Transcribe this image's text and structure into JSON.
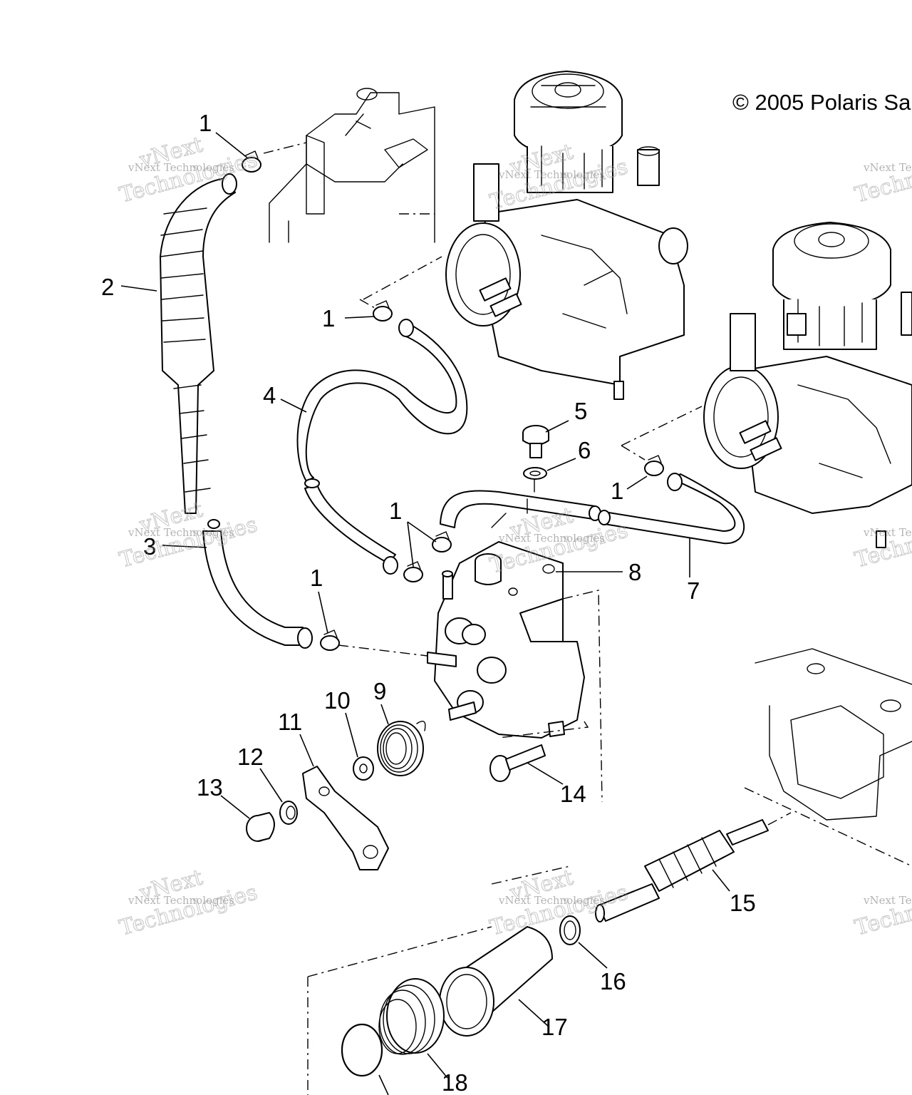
{
  "copyright": "© 2005 Polaris Sal",
  "watermark": {
    "line1": "vNext Technologies",
    "line2": "Technologies",
    "big": "vNext"
  },
  "callouts": [
    {
      "id": "c1a",
      "label": "1"
    },
    {
      "id": "c2",
      "label": "2"
    },
    {
      "id": "c3",
      "label": "3"
    },
    {
      "id": "c1b",
      "label": "1"
    },
    {
      "id": "c4",
      "label": "4"
    },
    {
      "id": "c5",
      "label": "5"
    },
    {
      "id": "c6",
      "label": "6"
    },
    {
      "id": "c1c",
      "label": "1"
    },
    {
      "id": "c1d",
      "label": "1"
    },
    {
      "id": "c7",
      "label": "7"
    },
    {
      "id": "c8",
      "label": "8"
    },
    {
      "id": "c1e",
      "label": "1"
    },
    {
      "id": "c9",
      "label": "9"
    },
    {
      "id": "c10",
      "label": "10"
    },
    {
      "id": "c11",
      "label": "11"
    },
    {
      "id": "c12",
      "label": "12"
    },
    {
      "id": "c13",
      "label": "13"
    },
    {
      "id": "c14",
      "label": "14"
    },
    {
      "id": "c15",
      "label": "15"
    },
    {
      "id": "c16",
      "label": "16"
    },
    {
      "id": "c17",
      "label": "17"
    },
    {
      "id": "c18",
      "label": "18"
    }
  ]
}
